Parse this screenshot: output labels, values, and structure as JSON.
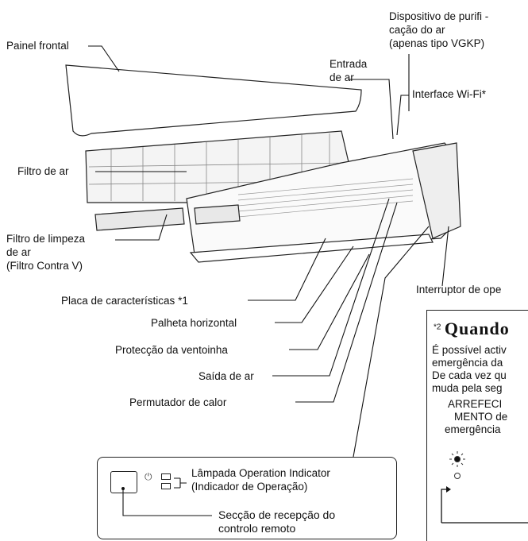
{
  "labels": {
    "painel_frontal": "Painel frontal",
    "dispositivo_l1": "Dispositivo de purifi -",
    "dispositivo_l2": "cação do ar",
    "dispositivo_l3": "(apenas tipo VGKP)",
    "entrada_l1": "Entrada",
    "entrada_l2": "de ar",
    "interface_wifi": "Interface Wi-Fi*",
    "filtro_ar": "Filtro de ar",
    "filtro_limpeza_l1": "Filtro de limpeza",
    "filtro_limpeza_l2": "de ar",
    "filtro_limpeza_l3": "(Filtro Contra V)",
    "interruptor": "Interruptor de ope",
    "placa": "Placa de características *1",
    "palheta": "Palheta horizontal",
    "proteccao": "Protecção da ventoinha",
    "saida": "Saída de ar",
    "permutador": "Permutador de calor"
  },
  "box": {
    "lampada_l1": "Lâmpada Operation Indicator",
    "lampada_l2": "(Indicador de Operação)",
    "seccao_l1": "Secção de recepção do",
    "seccao_l2": "controlo remoto"
  },
  "note": {
    "superscript": "*2",
    "title": "Quando",
    "line1": "É possível activ",
    "line2": "emergência da",
    "line3": "De cada vez qu",
    "line4": "muda pela seg",
    "mode_l1": "ARREFECI",
    "mode_l2": "MENTO de",
    "mode_l3": "emergência"
  },
  "icons": {
    "power": "power-icon",
    "indicator": "led-indicator-icon",
    "sun": "light-on-icon"
  }
}
